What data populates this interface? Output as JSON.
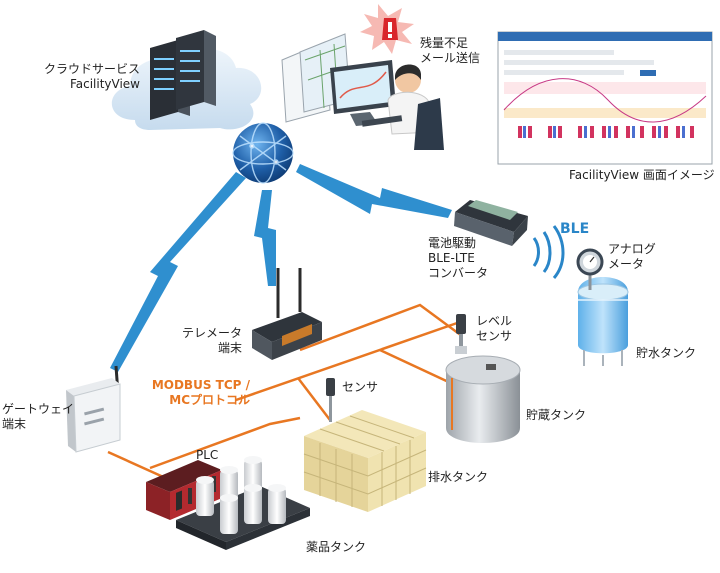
{
  "labels": {
    "cloud_service": [
      "クラウドサービス",
      "FacilityView"
    ],
    "remaining_alert": [
      "残量不足",
      "メール送信"
    ],
    "screen_image": "FacilityView 画面イメージ",
    "ble": "BLE",
    "converter": [
      "電池駆動",
      "BLE-LTE",
      "コンバータ"
    ],
    "analog_meter": [
      "アナログ",
      "メータ"
    ],
    "water_tank": "貯水タンク",
    "telemeter": [
      "テレメータ",
      "端末"
    ],
    "level_sensor": [
      "レベル",
      "センサ"
    ],
    "protocol": [
      "MODBUS TCP /",
      "MCプロトコル"
    ],
    "sensor": "センサ",
    "storage_tank": "貯蔵タンク",
    "gateway": [
      "ゲートウェイ",
      "端末"
    ],
    "plc": "PLC",
    "drain_tank": "排水タンク",
    "chemical_tank": "薬品タンク"
  },
  "colors": {
    "wireless": "#2f8fcf",
    "wired": "#e87722",
    "globe": "#1f5fa8",
    "alert_red": "#d9262b"
  },
  "icons": [
    "server-rack-icon",
    "globe-icon",
    "alert-icon",
    "operator-icon",
    "gateway-icon",
    "antenna-icon",
    "plc-icon",
    "tank-icon",
    "meter-icon",
    "converter-icon",
    "ble-wave-icon",
    "sensor-icon"
  ]
}
